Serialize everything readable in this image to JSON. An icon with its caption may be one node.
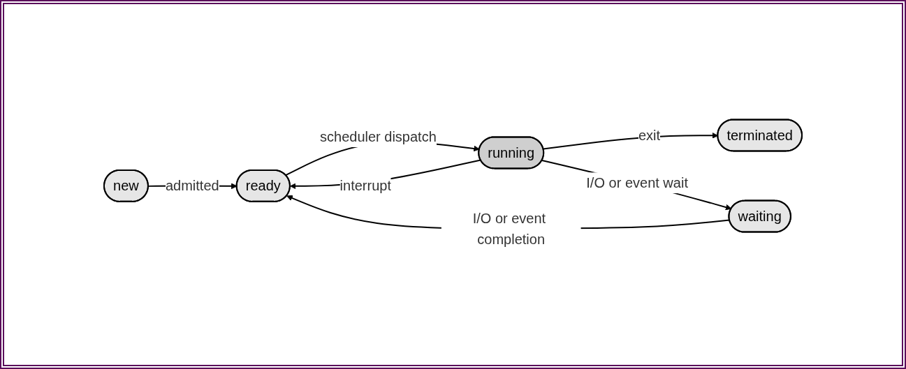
{
  "diagram": {
    "nodes": [
      {
        "text": [
          "new"
        ]
      },
      {
        "text": [
          "ready"
        ]
      },
      {
        "text": [
          "running"
        ]
      },
      {
        "text": [
          "terminated"
        ]
      },
      {
        "text": [
          "waiting"
        ]
      }
    ],
    "edges": [
      {
        "from": 0,
        "to": 1,
        "arrow": "to",
        "label": "admitted"
      },
      {
        "from": 2,
        "to": 1,
        "arrow": "to",
        "label": "interrupt"
      },
      {
        "from": 2,
        "to": 3,
        "arrow": "to",
        "label": "exit"
      },
      {
        "from": 1,
        "to": 2,
        "arrow": "to",
        "label": "scheduler dispatch"
      },
      {
        "from": 2,
        "to": 4,
        "arrow": "to",
        "label": "I/O or event wait"
      },
      {
        "from": 4,
        "to": 1,
        "arrow": "to",
        "label": "I/O or event completion"
      }
    ]
  }
}
